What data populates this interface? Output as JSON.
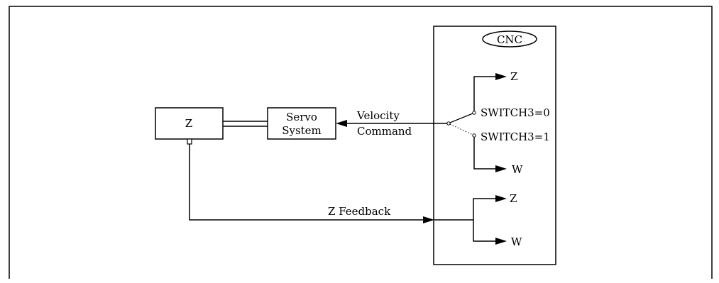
{
  "diagram": {
    "axis_block": {
      "label": "Z"
    },
    "servo_block": {
      "line1": "Servo",
      "line2": "System"
    },
    "command_label": {
      "line1": "Velocity",
      "line2": "Command"
    },
    "cnc": {
      "title": "CNC",
      "switch_outputs": {
        "top": "Z",
        "bottom": "W"
      },
      "switch_states": {
        "state0": "SWITCH3=0",
        "state1": "SWITCH3=1"
      },
      "feedback_outputs": {
        "top": "Z",
        "bottom": "W"
      }
    },
    "feedback_label": "Z Feedback"
  }
}
